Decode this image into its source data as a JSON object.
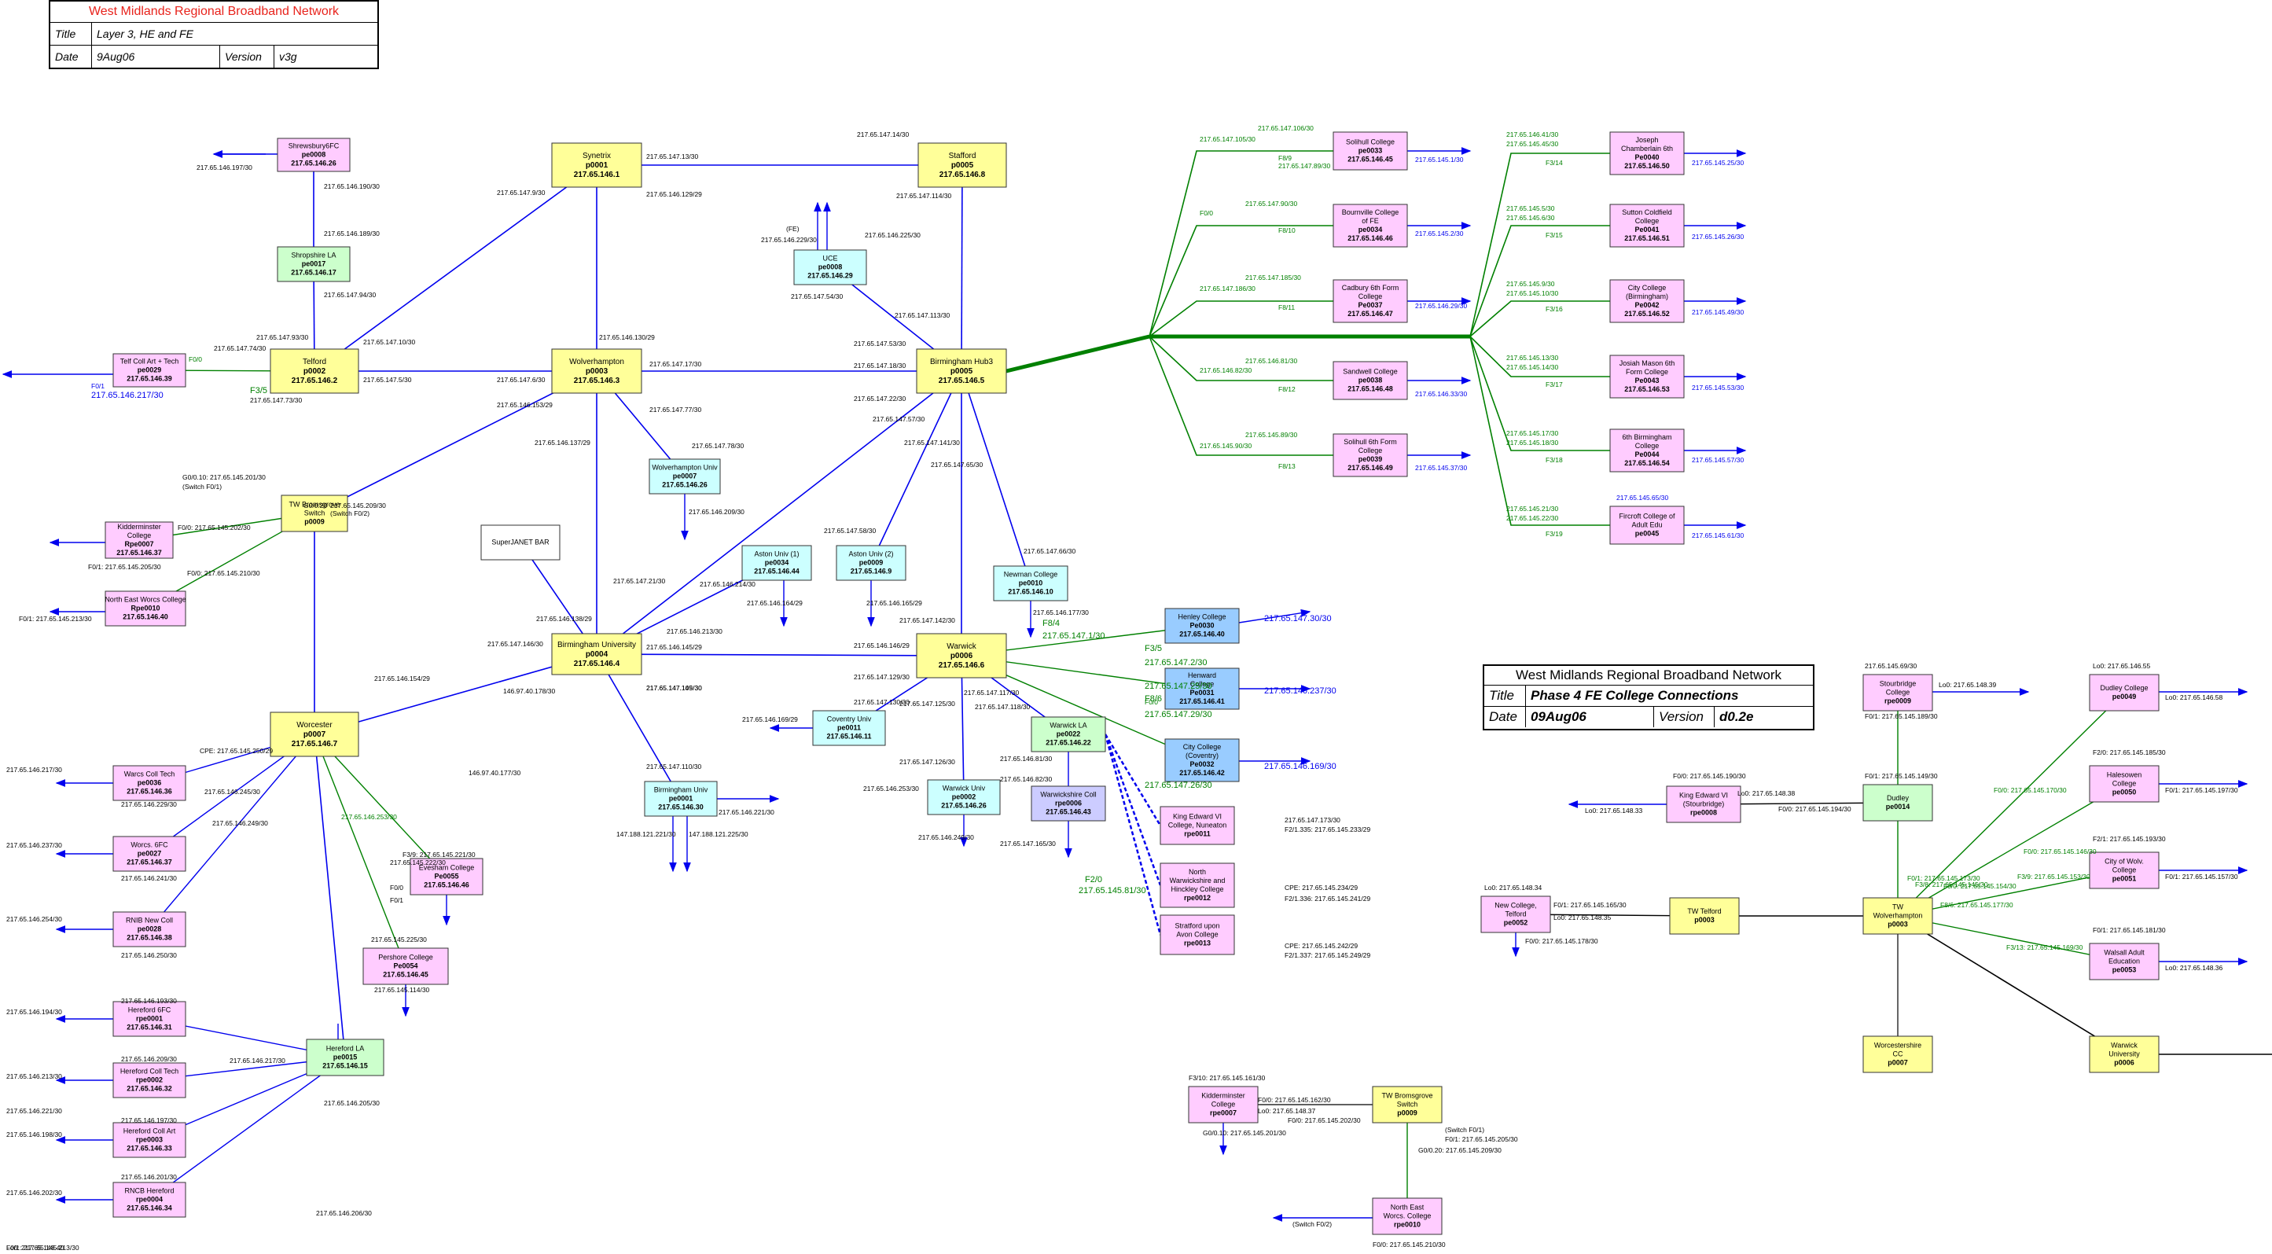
{
  "title_block_1": {
    "heading": "West Midlands Regional Broadband Network",
    "title_label": "Title",
    "title_value": "Layer 3, HE and FE",
    "date_label": "Date",
    "date_value": "9Aug06",
    "version_label": "Version",
    "version_value": "v3g"
  },
  "title_block_2": {
    "heading": "West Midlands Regional Broadband Network",
    "title_label": "Title",
    "title_value": "Phase 4 FE College Connections",
    "date_label": "Date",
    "date_value": "09Aug06",
    "version_label": "Version",
    "version_value": "d0.2e"
  },
  "colors": {
    "he_node": "#ffff99",
    "la_node": "#ccffcc",
    "fe_node": "#ffccff",
    "univ_node": "#ccffff",
    "blue_node": "#99ccff",
    "purple_node": "#ccccff",
    "link_blue": "#0000ee",
    "link_green": "#008000",
    "link_dark": "#000000",
    "title_red": "#e8231c"
  },
  "nodes": [
    {
      "id": "synetrix",
      "lines": [
        "Synetrix",
        "p0001",
        "217.65.146.1"
      ]
    },
    {
      "id": "stafford",
      "lines": [
        "Stafford",
        "p0005",
        "217.65.146.8"
      ]
    },
    {
      "id": "telford",
      "lines": [
        "Telford",
        "p0002",
        "217.65.146.2"
      ]
    },
    {
      "id": "wolverhampton",
      "lines": [
        "Wolverhampton",
        "p0003",
        "217.65.146.3"
      ]
    },
    {
      "id": "bham_hub3",
      "lines": [
        "Birmingham Hub3",
        "p0005",
        "217.65.146.5"
      ]
    },
    {
      "id": "bham_univ",
      "lines": [
        "Birmingham University",
        "p0004",
        "217.65.146.4"
      ]
    },
    {
      "id": "warwick",
      "lines": [
        "Warwick",
        "p0006",
        "217.65.146.6"
      ]
    },
    {
      "id": "worcester",
      "lines": [
        "Worcester",
        "p0007",
        "217.65.146.7"
      ]
    },
    {
      "id": "shrewsbury",
      "lines": [
        "Shrewsbury6FC",
        "pe0008",
        "217.65.146.26"
      ]
    },
    {
      "id": "shropshire_la",
      "lines": [
        "Shropshire LA",
        "pe0017",
        "217.65.146.17"
      ]
    },
    {
      "id": "telford_coll",
      "lines": [
        "Telf Coll Art + Tech",
        "pe0029",
        "217.65.146.39"
      ]
    },
    {
      "id": "uce",
      "lines": [
        "UCE",
        "pe0008",
        "217.65.146.29"
      ]
    },
    {
      "id": "tw_bromsgrove",
      "lines": [
        "TW Bromsgrove",
        "Switch",
        "p0009"
      ]
    },
    {
      "id": "kidderminster",
      "lines": [
        "Kidderminster",
        "College",
        "Rpe0007",
        "217.65.146.37"
      ]
    },
    {
      "id": "ne_worcs",
      "lines": [
        "North East Worcs College",
        "Rpe0010",
        "217.65.146.40"
      ]
    },
    {
      "id": "wolv_univ",
      "lines": [
        "Wolverhampton Univ",
        "pe0007",
        "217.65.146.26"
      ]
    },
    {
      "id": "superjanet",
      "lines": [
        "SuperJANET BAR"
      ]
    },
    {
      "id": "aston1",
      "lines": [
        "Aston Univ (1)",
        "pe0034",
        "217.65.146.44"
      ]
    },
    {
      "id": "aston2",
      "lines": [
        "Aston Univ (2)",
        "pe0009",
        "217.65.146.9"
      ]
    },
    {
      "id": "newman",
      "lines": [
        "Newman College",
        "pe0010",
        "217.65.146.10"
      ]
    },
    {
      "id": "coventry",
      "lines": [
        "Coventry Univ",
        "pe0011",
        "217.65.146.11"
      ]
    },
    {
      "id": "bham_univ2",
      "lines": [
        "Birmingham Univ",
        "pe0001",
        "217.65.146.30"
      ]
    },
    {
      "id": "warwick_univ",
      "lines": [
        "Warwick Univ",
        "pe0002",
        "217.65.146.26"
      ]
    },
    {
      "id": "warwick_la",
      "lines": [
        "Warwick LA",
        "pe0022",
        "217.65.146.22"
      ]
    },
    {
      "id": "warks_coll",
      "lines": [
        "Warwickshire Coll",
        "rpe0006",
        "217.65.146.43"
      ]
    },
    {
      "id": "henley",
      "lines": [
        "Henley College",
        "Pe0030",
        "217.65.146.40"
      ]
    },
    {
      "id": "henward",
      "lines": [
        "Henward",
        "College",
        "Pe0031",
        "217.65.146.41"
      ]
    },
    {
      "id": "city_cov",
      "lines": [
        "City College",
        "(Coventry)",
        "Pe0032",
        "217.65.146.42"
      ]
    },
    {
      "id": "king_ed_nun",
      "lines": [
        "King Edward VI",
        "College, Nuneaton",
        "rpe0011"
      ]
    },
    {
      "id": "n_warks",
      "lines": [
        "North",
        "Warwickshire and",
        "Hinckley College",
        "rpe0012"
      ]
    },
    {
      "id": "stratford",
      "lines": [
        "Stratford upon",
        "Avon College",
        "rpe0013"
      ]
    },
    {
      "id": "warcs_coll_tech",
      "lines": [
        "Warcs Coll Tech",
        "pe0036",
        "217.65.146.36"
      ]
    },
    {
      "id": "worcs_6fc",
      "lines": [
        "Worcs. 6FC",
        "pe0027",
        "217.65.146.37"
      ]
    },
    {
      "id": "rnib",
      "lines": [
        "RNIB New Coll",
        "pe0028",
        "217.65.146.38"
      ]
    },
    {
      "id": "evesham",
      "lines": [
        "Evesham College",
        "Pe0055",
        "217.65.146.46"
      ]
    },
    {
      "id": "pershore",
      "lines": [
        "Pershore College",
        "Pe0054",
        "217.65.146.45"
      ]
    },
    {
      "id": "hereford_la",
      "lines": [
        "Hereford LA",
        "pe0015",
        "217.65.146.15"
      ]
    },
    {
      "id": "hereford_6fc",
      "lines": [
        "Hereford 6FC",
        "rpe0001",
        "217.65.146.31"
      ]
    },
    {
      "id": "hereford_coll_tech",
      "lines": [
        "Hereford Coll Tech",
        "rpe0002",
        "217.65.146.32"
      ]
    },
    {
      "id": "hereford_coll_art",
      "lines": [
        "Hereford Coll Art",
        "rpe0003",
        "217.65.146.33"
      ]
    },
    {
      "id": "rncb",
      "lines": [
        "RNCB Hereford",
        "rpe0004",
        "217.65.146.34"
      ]
    },
    {
      "id": "solihull_coll",
      "lines": [
        "Solihull College",
        "pe0033",
        "217.65.146.45"
      ]
    },
    {
      "id": "bournville",
      "lines": [
        "Bournville College",
        "of FE",
        "pe0034",
        "217.65.146.46"
      ]
    },
    {
      "id": "cadbury",
      "lines": [
        "Cadbury 6th Form",
        "College",
        "Pe0037",
        "217.65.146.47"
      ]
    },
    {
      "id": "sandwell",
      "lines": [
        "Sandwell College",
        "pe0038",
        "217.65.146.48"
      ]
    },
    {
      "id": "solihull_6th",
      "lines": [
        "Solihull 6th Form",
        "College",
        "pe0039",
        "217.65.146.49"
      ]
    },
    {
      "id": "joseph_ch",
      "lines": [
        "Joseph",
        "Chamberlain 6th",
        "Pe0040",
        "217.65.146.50"
      ]
    },
    {
      "id": "sutton_cf",
      "lines": [
        "Sutton Coldfield",
        "College",
        "Pe0041",
        "217.65.146.51"
      ]
    },
    {
      "id": "city_bham",
      "lines": [
        "City College",
        "(Birmingham)",
        "Pe0042",
        "217.65.146.52"
      ]
    },
    {
      "id": "josiah",
      "lines": [
        "Josiah Mason 6th",
        "Form College",
        "Pe0043",
        "217.65.146.53"
      ]
    },
    {
      "id": "6th_bham",
      "lines": [
        "6th Birmingham",
        "College",
        "Pe0044",
        "217.65.146.54"
      ]
    },
    {
      "id": "fircroft",
      "lines": [
        "Fircroft College of",
        "Adult Edu",
        "pe0045"
      ]
    },
    {
      "id": "p4_stourbridge",
      "lines": [
        "Stourbridge",
        "College",
        "rpe0009"
      ]
    },
    {
      "id": "p4_dudley_coll",
      "lines": [
        "Dudley College",
        "pe0049"
      ]
    },
    {
      "id": "p4_king_ed",
      "lines": [
        "King Edward VI",
        "(Stourbridge)",
        "rpe0008"
      ]
    },
    {
      "id": "p4_dudley",
      "lines": [
        "Dudley",
        "pe0014"
      ]
    },
    {
      "id": "p4_halesowen",
      "lines": [
        "Halesowen",
        "College",
        "pe0050"
      ]
    },
    {
      "id": "p4_city_wolv",
      "lines": [
        "City of Wolv.",
        "College",
        "pe0051"
      ]
    },
    {
      "id": "p4_new_coll",
      "lines": [
        "New College,",
        "Telford",
        "pe0052"
      ]
    },
    {
      "id": "p4_tw_telford",
      "lines": [
        "TW Telford",
        "p0003"
      ]
    },
    {
      "id": "p4_tw_wolv",
      "lines": [
        "TW",
        "Wolverhampton",
        "p0003"
      ]
    },
    {
      "id": "p4_walsall",
      "lines": [
        "Walsall Adult",
        "Education",
        "pe0053"
      ]
    },
    {
      "id": "p4_worcs_cc",
      "lines": [
        "Worcestershire",
        "CC",
        "p0007"
      ]
    },
    {
      "id": "p4_warwick_univ",
      "lines": [
        "Warwick",
        "University",
        "p0006"
      ]
    },
    {
      "id": "p4_kidderminster",
      "lines": [
        "Kidderminster",
        "College",
        "rpe0007"
      ]
    },
    {
      "id": "p4_tw_bromsgrove",
      "lines": [
        "TW Bromsgrove",
        "Switch",
        "p0009"
      ]
    },
    {
      "id": "p4_ne_worcs",
      "lines": [
        "North East",
        "Worcs. College",
        "rpe0010"
      ]
    }
  ],
  "labels": [
    "217.65.146.197/30",
    "217.65.146.190/30",
    "217.65.146.189/30",
    "217.65.147.94/30",
    "217.65.147.93/30",
    "217.65.147.74/30",
    "F0/0",
    "F0/1",
    "217.65.146.217/30",
    "F3/5",
    "217.65.147.73/30",
    "217.65.147.10/30",
    "217.65.147.9/30",
    "217.65.147.13/30",
    "217.65.146.129/29",
    "217.65.147.14/30",
    "217.65.147.114/30",
    "(FE)",
    "217.65.146.229/30",
    "217.65.146.225/30",
    "217.65.147.54/30",
    "217.65.147.113/30",
    "217.65.146.130/29",
    "217.65.147.5/30",
    "217.65.147.6/30",
    "217.65.147.53/30",
    "217.65.147.17/30",
    "217.65.147.18/30",
    "217.65.147.22/30",
    "217.65.147.57/30",
    "217.65.147.77/30",
    "217.65.147.78/30",
    "217.65.146.153/29",
    "217.65.146.137/29",
    "217.65.146.209/30",
    "G0/0.10: 217.65.145.201/30",
    "(Switch F0/1)",
    "G0/0.20",
    "217.65.145.209/30",
    "(Switch F0/2)",
    "F0/0: 217.65.145.202/30",
    "F0/1: 217.65.145.205/30",
    "F0/0: 217.65.145.210/30",
    "F0/1: 217.65.145.213/30",
    "217.65.147.141/30",
    "217.65.147.65/30",
    "217.65.147.66/30",
    "217.65.147.21/30",
    "217.65.146.214/30",
    "217.65.146.164/29",
    "217.65.146.165/29",
    "217.65.147.58/30",
    "217.65.146.138/29",
    "217.65.146.213/30",
    "217.65.147.146/30",
    "217.65.147.145/30",
    "217.65.146.154/29",
    "146.97.40.178/30",
    "217.65.146.145/29",
    "217.65.146.146/29",
    "217.65.147.142/30",
    "217.65.146.177/30",
    "F8/4",
    "217.65.147.1/30",
    "217.65.147.109/30",
    "217.65.147.129/30",
    "217.65.147.130/30",
    "217.65.146.169/29",
    "217.65.147.125/30",
    "217.65.147.126/30",
    "217.65.147.117/30",
    "217.65.147.118/30",
    "217.65.147.110/30",
    "146.97.40.177/30",
    "147.188.121.221/30",
    "147.188.121.225/30",
    "217.65.146.221/30",
    "217.65.146.253/30",
    "217.65.146.249/30",
    "217.65.146.81/30",
    "217.65.146.82/30",
    "217.65.147.165/30",
    "F2/0",
    "217.65.145.81/30",
    "F3/5",
    "217.65.147.2/30",
    "F0/0",
    "217.65.147.25/30",
    "F8/6",
    "217.65.147.29/30",
    "217.65.147.26/30",
    "217.65.147.30/30",
    "217.65.146.237/30",
    "217.65.146.169/30",
    "217.65.147.173/30",
    "F2/1.335: 217.65.145.233/29",
    "CPE: 217.65.145.234/29",
    "F2/1.336: 217.65.145.241/29",
    "CPE: 217.65.145.242/29",
    "F2/1.337: 217.65.145.249/29",
    "CPE: 217.65.145.250/29",
    "217.65.146.245/30",
    "217.65.146.249/30",
    "217.65.146.253/30",
    "F3/9: 217.65.145.221/30",
    "217.65.145.222/30",
    "F0/0",
    "F0/1",
    "217.65.145.225/30",
    "217.65.145.114/30",
    "217.65.146.217/30",
    "217.65.146.229/30",
    "217.65.146.237/30",
    "217.65.146.241/30",
    "217.65.146.254/30",
    "217.65.146.250/30",
    "217.65.146.193/30",
    "217.65.146.194/30",
    "217.65.146.209/30",
    "217.65.146.213/30",
    "217.65.146.217/30",
    "217.65.146.221/30",
    "217.65.146.197/30",
    "217.65.146.198/30",
    "217.65.146.201/30",
    "217.65.146.202/30",
    "217.65.146.205/30",
    "217.65.146.206/30",
    "217.65.147.106/30",
    "217.65.147.105/30",
    "F8/9",
    "217.65.147.89/30",
    "217.65.147.90/30",
    "F0/0",
    "F8/10",
    "217.65.147.185/30",
    "217.65.147.186/30",
    "F8/11",
    "217.65.146.81/30",
    "217.65.146.82/30",
    "F8/12",
    "217.65.145.89/30",
    "217.65.145.90/30",
    "F8/13",
    "217.65.145.1/30",
    "217.65.145.2/30",
    "217.65.146.29/30",
    "217.65.146.33/30",
    "217.65.145.37/30",
    "217.65.146.41/30",
    "217.65.145.45/30",
    "F3/14",
    "217.65.145.5/30",
    "217.65.145.6/30",
    "F3/15",
    "217.65.145.9/30",
    "217.65.145.10/30",
    "F3/16",
    "217.65.145.13/30",
    "217.65.145.14/30",
    "F3/17",
    "217.65.145.17/30",
    "217.65.145.18/30",
    "F3/18",
    "217.65.145.21/30",
    "217.65.145.22/30",
    "F3/19",
    "217.65.145.25/30",
    "217.65.145.26/30",
    "217.65.145.49/30",
    "217.65.145.53/30",
    "217.65.145.57/30",
    "217.65.145.61/30",
    "217.65.145.65/30",
    "217.65.145.69/30",
    "Lo0: 217.65.146.55",
    "Lo0: 217.65.148.39",
    "Lo0: 217.65.146.58",
    "F0/1: 217.65.145.189/30",
    "F0/1: 217.65.145.149/30",
    "F0/0: 217.65.145.190/30",
    "F2/0: 217.65.145.185/30",
    "Lo0: 217.65.148.38",
    "Lo0: 217.65.148.33",
    "F0/0: 217.65.145.194/30",
    "F0/1: 217.65.145.197/30",
    "F2/1: 217.65.145.193/30",
    "F0/1: 217.65.145.157/30",
    "Lo0: 217.65.148.34",
    "F0/1: 217.65.145.165/30",
    "Lo0: 217.65.148.35",
    "F0/0: 217.65.145.178/30",
    "F8/6: 217.65.145.177/30",
    "F0/1: 217.65.145.181/30",
    "F3/13: 217.65.145.169/30",
    "Lo0: 217.65.148.36",
    "F0/0: 217.65.145.170/30",
    "F0/1: 217.65.145.173/30",
    "F0/0: 217.65.145.146/30",
    "F3/8: 217.65.145.145/30",
    "F0/0: 217.65.145.154/30",
    "F3/9: 217.65.145.153/30",
    "F3/10: 217.65.145.161/30",
    "F0/0: 217.65.145.162/30",
    "Lo0: 217.65.148.37",
    "F0/0: 217.65.145.202/30",
    "G0/0.10: 217.65.145.201/30",
    "(Switch F0/1)",
    "F0/1: 217.65.145.205/30",
    "G0/0.20: 217.65.145.209/30",
    "(Switch F0/2)",
    "F0/0: 217.65.145.210/30",
    "F0/1: 217.65.145.213/30",
    "Lo0: 217.65.148.40"
  ]
}
